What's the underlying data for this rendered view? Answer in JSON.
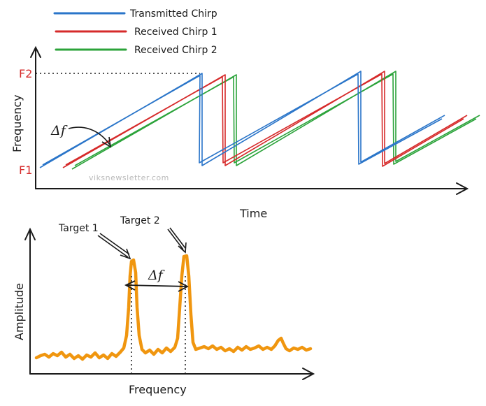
{
  "colors": {
    "transmitted": "#2a75c9",
    "received1": "#d62a2a",
    "received2": "#2ba33a",
    "spectrum": "#f0960f",
    "ink": "#1a1a1a"
  },
  "top_panel": {
    "legend": [
      {
        "label": "Transmitted Chirp",
        "color": "#2a75c9"
      },
      {
        "label": "Received Chirp 1",
        "color": "#d62a2a"
      },
      {
        "label": "Received Chirp 2",
        "color": "#2ba33a"
      }
    ],
    "y_axis_label": "Frequency",
    "x_axis_label": "Time",
    "tick_high": "F2",
    "tick_low": "F1",
    "delta_label": "Δf",
    "watermark": "viksnewsletter.com"
  },
  "bottom_panel": {
    "y_axis_label": "Amplitude",
    "x_axis_label": "Frequency",
    "target1_label": "Target 1",
    "target2_label": "Target 2",
    "delta_label": "Δf"
  }
}
